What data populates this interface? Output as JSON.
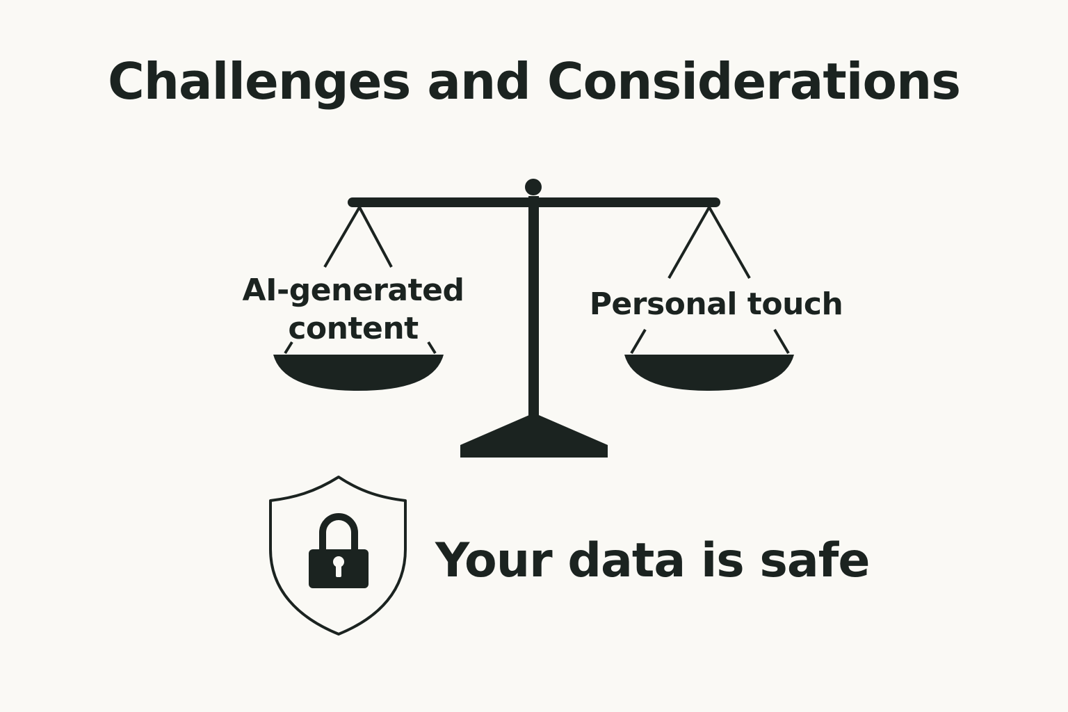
{
  "title": "Challenges and Considerations",
  "scale": {
    "left_pan_label": "AI-generated\ncontent",
    "right_pan_label": "Personal touch",
    "icon": "balance-scale-icon"
  },
  "security": {
    "text": "Your data is safe",
    "icon": "shield-lock-icon"
  },
  "colors": {
    "ink": "#1b2320",
    "background": "#faf9f5"
  }
}
